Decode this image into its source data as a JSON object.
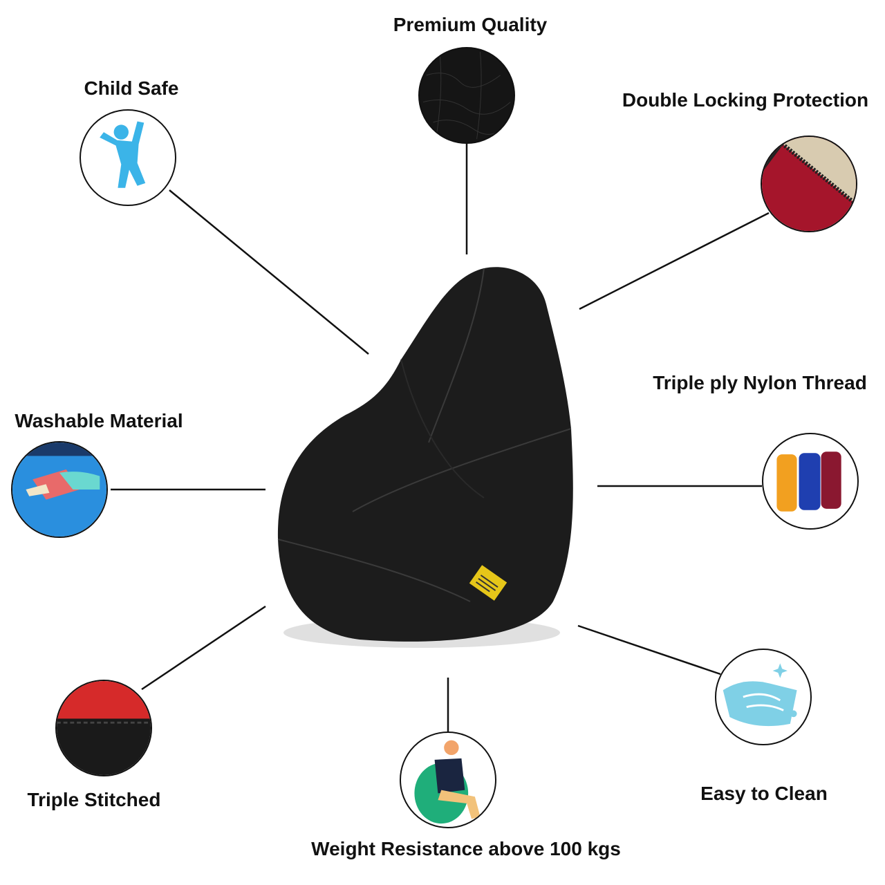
{
  "features": {
    "premium_quality": "Premium Quality",
    "child_safe": "Child Safe",
    "double_locking": "Double Locking Protection",
    "washable": "Washable Material",
    "nylon_thread": "Triple ply Nylon Thread",
    "triple_stitched": "Triple Stitched",
    "weight": "Weight Resistance above 100 kgs",
    "easy_clean": "Easy to Clean"
  },
  "colors": {
    "bag": "#1c1c1c",
    "child_icon": "#3bb4e8",
    "zip_fabric": "#a5152b",
    "clean_icon": "#7fd0e6"
  }
}
